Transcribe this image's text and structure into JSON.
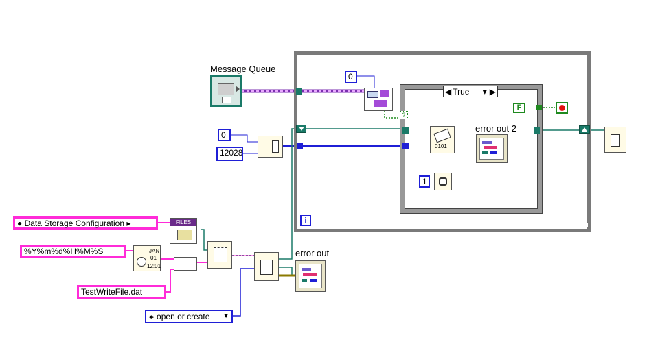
{
  "labels": {
    "message_queue": "Message Queue",
    "error_out_2": "error out 2",
    "error_out": "error out"
  },
  "constants": {
    "zero_top": "0",
    "zero_left": "0",
    "n_12028": "12028",
    "one": "1",
    "false_const": "F",
    "iteration": "i"
  },
  "case_structure": {
    "selector": "True"
  },
  "strings": {
    "data_storage": "Data Storage Configuration",
    "time_format": "%Y%m%d%H%M%S",
    "file_name": "TestWriteFile.dat"
  },
  "enum": {
    "open_mode": "open or create"
  },
  "icons": {
    "files": "FILES",
    "jan": "JAN",
    "clock_time": "12:01",
    "date_val": "01",
    "binary": "0101"
  },
  "colors": {
    "loop_border": "#7a7a7a",
    "error_wire": "#1a7a68",
    "int_wire": "#1f1fd6",
    "string_wire": "#ff2bd8",
    "queue_wire": "#a44bd8",
    "stop_red": "#e01010",
    "bool_green": "#1f8a1f"
  }
}
